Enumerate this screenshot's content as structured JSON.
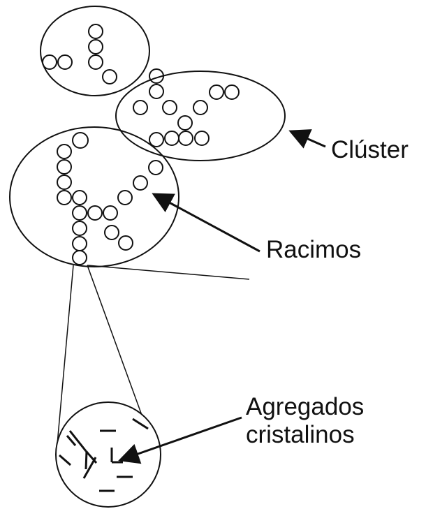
{
  "labels": {
    "cluster": "Clúster",
    "racimos": "Racimos",
    "agregados_line1": "Agregados",
    "agregados_line2": "cristalinos"
  },
  "colors": {
    "stroke": "#111111",
    "background": "#ffffff"
  }
}
